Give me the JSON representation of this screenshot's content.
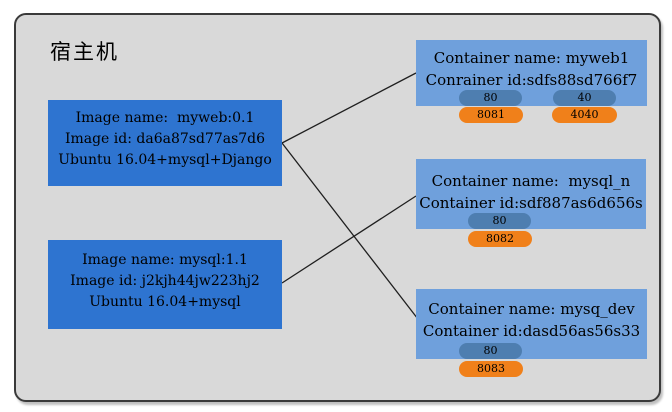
{
  "host": {
    "title": "宿主机"
  },
  "images": [
    {
      "name_line": "Image name:  myweb:0.1",
      "id_line": "Image id: da6a87sd77as7d6",
      "os_line": "Ubuntu 16.04+mysql+Django"
    },
    {
      "name_line": "Image name: mysql:1.1",
      "id_line": "Image id: j2kjh44jw223hj2",
      "os_line": "Ubuntu 16.04+mysql"
    }
  ],
  "containers": [
    {
      "name_line": "Container name: myweb1",
      "id_line": "Conrainer id:sdfs88sd766f7",
      "ports": [
        {
          "container_port": "80",
          "host_port": "8081"
        },
        {
          "container_port": "40",
          "host_port": "4040"
        }
      ]
    },
    {
      "name_line": "Container name:  mysql_n",
      "id_line": "Container id:sdf887as6d656s",
      "ports": [
        {
          "container_port": "80",
          "host_port": "8082"
        }
      ]
    },
    {
      "name_line": "Container name: mysq_dev",
      "id_line": "Container id:dasd56as56s33",
      "ports": [
        {
          "container_port": "80",
          "host_port": "8083"
        }
      ]
    }
  ],
  "connections": [
    {
      "from": "myweb:0.1",
      "to": "myweb1"
    },
    {
      "from": "myweb:0.1",
      "to": "mysq_dev"
    },
    {
      "from": "mysql:1.1",
      "to": "mysql_n"
    }
  ],
  "colors": {
    "page_bg": "#ffffff",
    "host_bg": "#d9d9d9",
    "host_border": "#3a3a3a",
    "image_box": "#2e74d0",
    "container_box": "#6fa0dc",
    "port_container": "#4e7eb0",
    "port_host": "#f0801a",
    "line": "#1f1f1f",
    "text": "#000000"
  }
}
